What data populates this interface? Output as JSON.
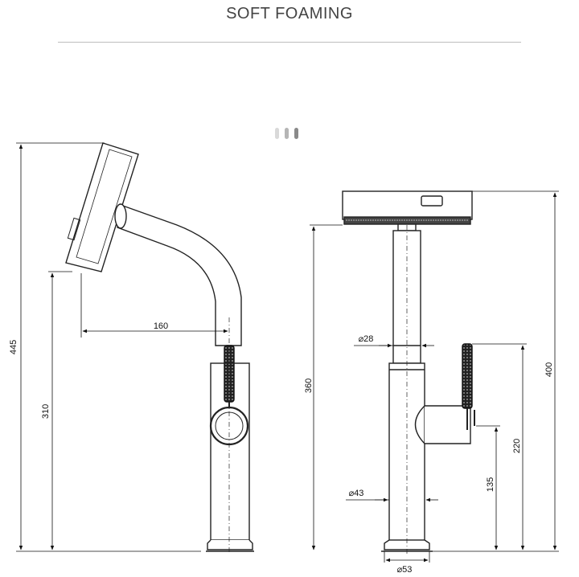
{
  "header": {
    "title": "SOFT FOAMING"
  },
  "dots_colors": [
    "#d9d9d9",
    "#b5b5b5",
    "#8a8a8a"
  ],
  "side_view": {
    "dims": {
      "total_height": "445",
      "outlet_height": "310",
      "spout_reach": "160"
    }
  },
  "front_view": {
    "dims": {
      "outlet_height": "360",
      "total_height": "400",
      "handle_height": "220",
      "lever_height": "135",
      "spout_diameter": "⌀28",
      "body_diameter": "⌀43",
      "base_diameter": "⌀53"
    }
  }
}
